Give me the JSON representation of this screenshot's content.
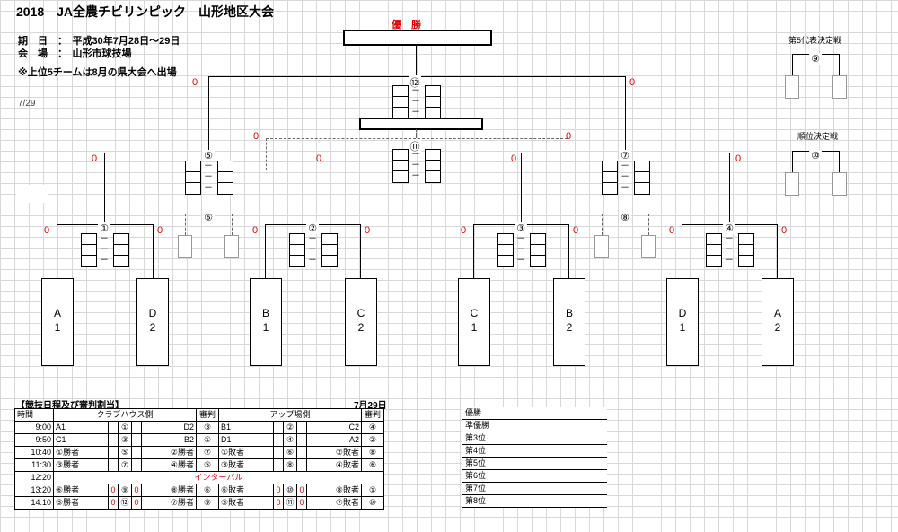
{
  "title": "2018　JA全農チビリンピック　山形地区大会",
  "info": {
    "period": "期　日　：　平成30年7月28日～29日",
    "venue": "会　場　：　山形市球技場",
    "note": "※上位5チームは8月の県大会へ出場",
    "day_label": "7/29"
  },
  "bracket": {
    "winner_label": "優　勝",
    "fifth_label": "第5代表決定戦",
    "rank_label": "順位決定戦",
    "dash": "－",
    "zero": "0",
    "match_nums": {
      "m1": "①",
      "m2": "②",
      "m3": "③",
      "m4": "④",
      "m5": "⑤",
      "m6": "⑥",
      "m7": "⑦",
      "m8": "⑧",
      "m9": "⑨",
      "m10": "⑩",
      "m11": "⑪",
      "m12": "⑫"
    },
    "teams": [
      {
        "l1": "A",
        "l2": "1"
      },
      {
        "l1": "D",
        "l2": "2"
      },
      {
        "l1": "B",
        "l2": "1"
      },
      {
        "l1": "C",
        "l2": "2"
      },
      {
        "l1": "C",
        "l2": "1"
      },
      {
        "l1": "B",
        "l2": "2"
      },
      {
        "l1": "D",
        "l2": "1"
      },
      {
        "l1": "A",
        "l2": "2"
      }
    ]
  },
  "schedule": {
    "heading": "【競技日程及び審判割当】",
    "date": "7月29日",
    "headers": {
      "time": "時間",
      "club": "クラブハウス側",
      "ref1": "審判",
      "up": "アップ場側",
      "ref2": "審判"
    },
    "interval": "インターバル",
    "rows": [
      {
        "time": "9:00",
        "a": "A1",
        "s1": "",
        "m": "①",
        "s2": "",
        "b": "D2",
        "r": "③",
        "c": "B1",
        "s3": "",
        "m2": "②",
        "s4": "",
        "d": "C2",
        "r2": "④"
      },
      {
        "time": "9:50",
        "a": "C1",
        "s1": "",
        "m": "③",
        "s2": "",
        "b": "B2",
        "r": "①",
        "c": "D1",
        "s3": "",
        "m2": "④",
        "s4": "",
        "d": "A2",
        "r2": "②"
      },
      {
        "time": "10:40",
        "a": "①勝者",
        "s1": "",
        "m": "⑤",
        "s2": "",
        "b": "②勝者",
        "r": "⑦",
        "c": "①敗者",
        "s3": "",
        "m2": "⑥",
        "s4": "",
        "d": "②敗者",
        "r2": "⑧"
      },
      {
        "time": "11:30",
        "a": "③勝者",
        "s1": "",
        "m": "⑦",
        "s2": "",
        "b": "④勝者",
        "r": "⑤",
        "c": "③敗者",
        "s3": "",
        "m2": "⑧",
        "s4": "",
        "d": "④敗者",
        "r2": "⑥"
      },
      {
        "time": "12:20",
        "interval": true
      },
      {
        "time": "13:20",
        "a": "⑥勝者",
        "s1": "0",
        "m": "⑨",
        "s2": "0",
        "b": "⑧勝者",
        "r": "⑥",
        "c": "⑥敗者",
        "s3": "0",
        "m2": "⑩",
        "s4": "0",
        "d": "⑧敗者",
        "r2": "①"
      },
      {
        "time": "14:10",
        "a": "⑤勝者",
        "s1": "0",
        "m": "⑫",
        "s2": "0",
        "b": "⑦勝者",
        "r": "⑨",
        "c": "⑤敗者",
        "s3": "0",
        "m2": "⑪",
        "s4": "0",
        "d": "⑦敗者",
        "r2": "⑩"
      }
    ]
  },
  "ranking": [
    "優勝",
    "準優勝",
    "第3位",
    "第4位",
    "第5位",
    "第6位",
    "第7位",
    "第8位"
  ]
}
